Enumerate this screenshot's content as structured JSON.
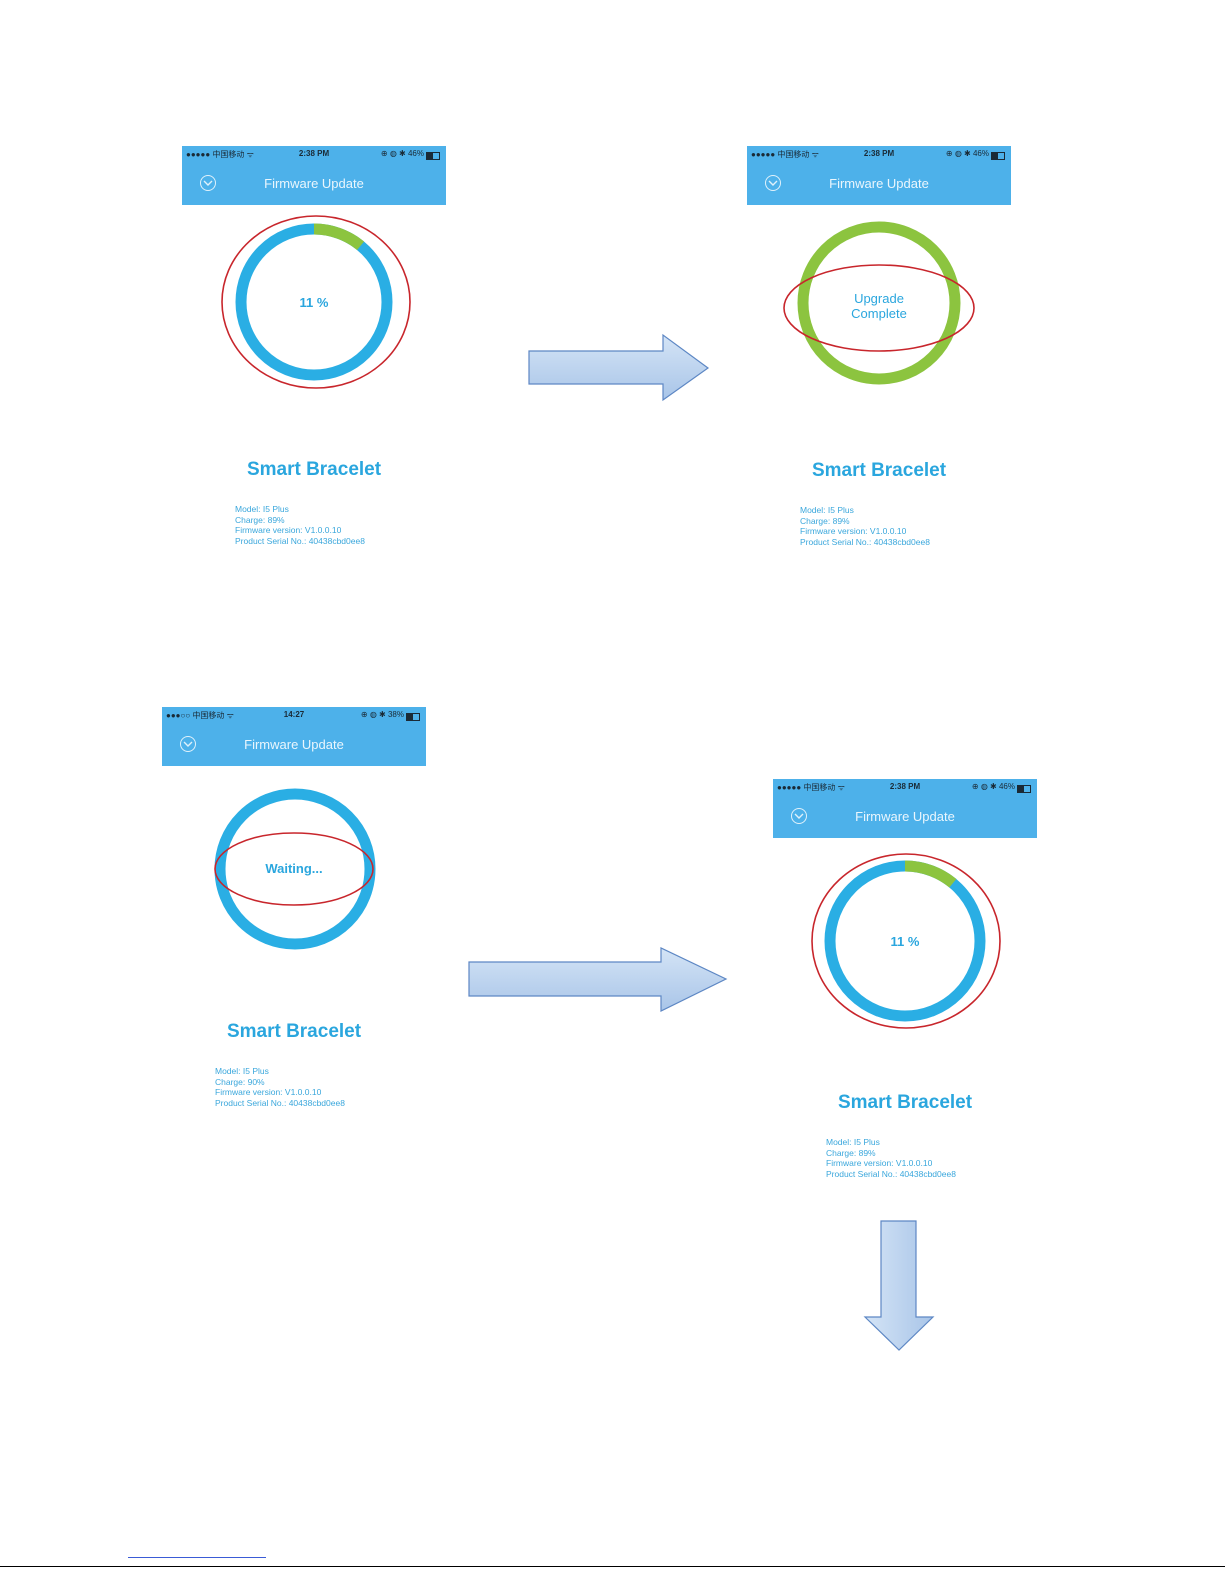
{
  "screens": [
    {
      "status": {
        "carrier": "●●●●● 中国移动 ᯤ",
        "time": "2:38 PM",
        "right": "⊕ ◍ ✱ 46%"
      },
      "nav_title": "Firmware Update",
      "ring_label": "11 %",
      "progress_fraction": 0.11,
      "state": "progress",
      "device_name": "Smart Bracelet",
      "info": [
        "Model: I5 Plus",
        "Charge: 89%",
        "Firmware version: V1.0.0.10",
        "Product Serial No.: 40438cbd0ee8"
      ]
    },
    {
      "status": {
        "carrier": "●●●●● 中国移动 ᯤ",
        "time": "2:38 PM",
        "right": "⊕ ◍ ✱ 46%"
      },
      "nav_title": "Firmware Update",
      "ring_label_line1": "Upgrade",
      "ring_label_line2": "Complete",
      "progress_fraction": 1.0,
      "state": "complete",
      "device_name": "Smart Bracelet",
      "info": [
        "Model: I5 Plus",
        "Charge: 89%",
        "Firmware version: V1.0.0.10",
        "Product Serial No.: 40438cbd0ee8"
      ]
    },
    {
      "status": {
        "carrier": "●●●○○ 中国移动 ᯤ",
        "time": "14:27",
        "right": "⊕ ◍ ✱ 38%"
      },
      "nav_title": "Firmware Update",
      "ring_label": "Waiting...",
      "progress_fraction": 0.0,
      "state": "waiting",
      "device_name": "Smart Bracelet",
      "info": [
        "Model: I5 Plus",
        "Charge: 90%",
        "Firmware version: V1.0.0.10",
        "Product Serial No.: 40438cbd0ee8"
      ]
    },
    {
      "status": {
        "carrier": "●●●●● 中国移动 ᯤ",
        "time": "2:38 PM",
        "right": "⊕ ◍ ✱ 46%"
      },
      "nav_title": "Firmware Update",
      "ring_label": "11 %",
      "progress_fraction": 0.11,
      "state": "progress",
      "device_name": "Smart Bracelet",
      "info": [
        "Model: I5 Plus",
        "Charge: 89%",
        "Firmware version: V1.0.0.10",
        "Product Serial No.: 40438cbd0ee8"
      ]
    }
  ],
  "colors": {
    "header": "#4db1ea",
    "ring_blue": "#2aaee4",
    "ring_green": "#8cc43f",
    "highlight_red": "#c8262c",
    "arrow_fill": "#b8d1ec",
    "arrow_stroke": "#5d87c4"
  },
  "icons": {
    "back": "chevron-down-circle-icon",
    "arrow": "right-arrow-icon",
    "arrow_down": "down-arrow-icon"
  }
}
